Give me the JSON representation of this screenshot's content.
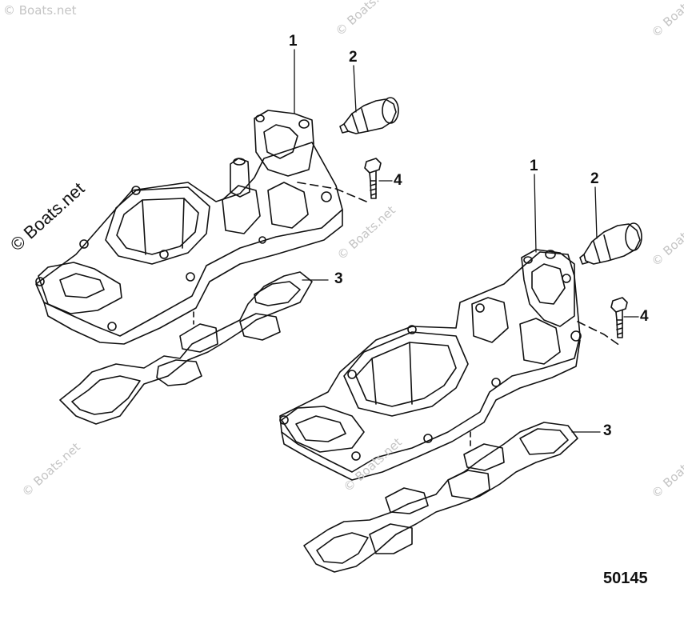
{
  "watermark": {
    "text": "© Boats.net"
  },
  "callouts": {
    "left": {
      "c1": "1",
      "c2": "2",
      "c3": "3",
      "c4": "4"
    },
    "right": {
      "c1": "1",
      "c2": "2",
      "c3": "3",
      "c4": "4"
    }
  },
  "figure_number": "50145",
  "colors": {
    "line": "#111111",
    "watermark": "#c4c4c4"
  }
}
